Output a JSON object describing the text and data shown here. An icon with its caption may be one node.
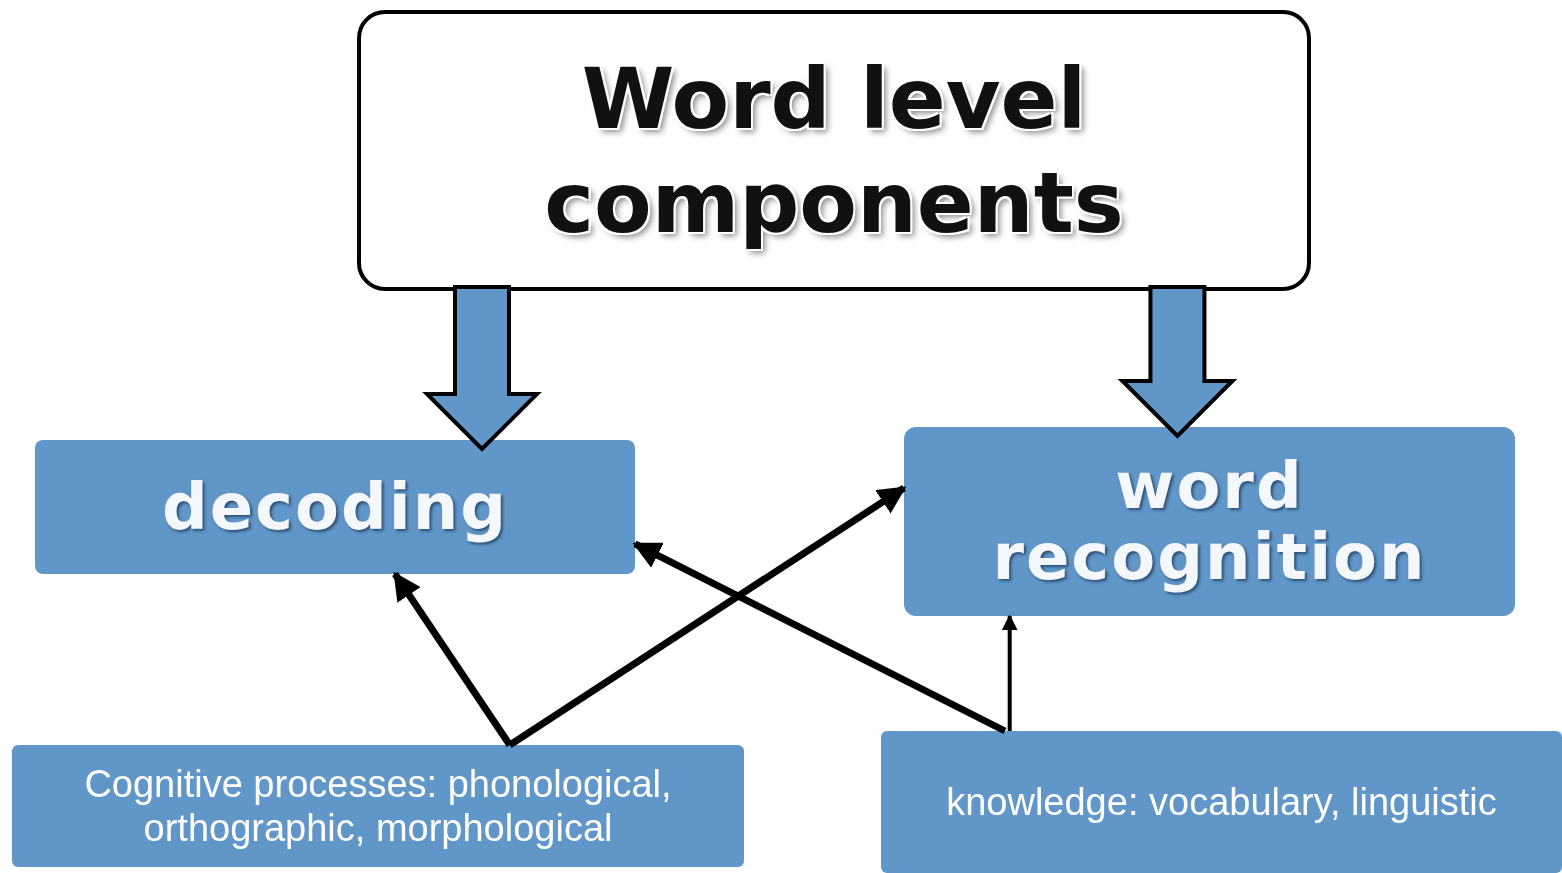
{
  "diagram": {
    "nodes": [
      {
        "text": [
          "Word level components"
        ]
      },
      {
        "text": [
          "decoding"
        ]
      },
      {
        "text": [
          "word recognition"
        ]
      },
      {
        "text": [
          "Cognitive processes: phonological, orthographic, morphological"
        ]
      },
      {
        "text": [
          "knowledge: vocabulary, linguistic"
        ]
      }
    ],
    "edges": [
      {
        "from": 0,
        "to": 1,
        "arrow": "to",
        "style": "thick"
      },
      {
        "from": 0,
        "to": 2,
        "arrow": "to",
        "style": "thick"
      },
      {
        "from": 3,
        "to": 1,
        "arrow": "to"
      },
      {
        "from": 3,
        "to": 2,
        "arrow": "to"
      },
      {
        "from": 4,
        "to": 1,
        "arrow": "to"
      },
      {
        "from": 4,
        "to": 2,
        "arrow": "to"
      }
    ]
  }
}
